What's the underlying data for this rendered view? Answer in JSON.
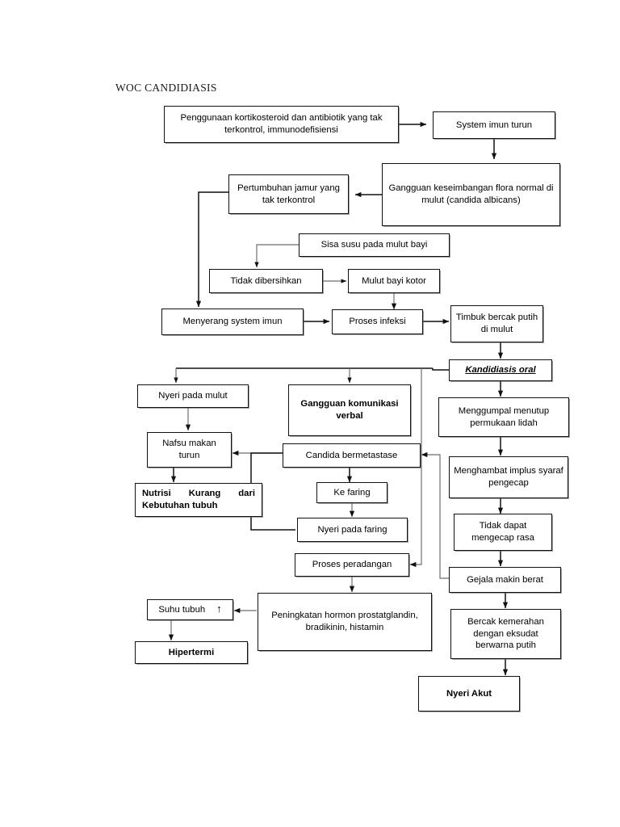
{
  "document": {
    "title": "WOC CANDIDIASIS"
  },
  "diagram": {
    "type": "flowchart",
    "orientation": "top-down",
    "nodes": [
      {
        "id": "n1",
        "label": "Penggunaan kortikosteroid dan antibiotik yang tak terkontrol, immunodefisiensi",
        "style": "normal"
      },
      {
        "id": "n2",
        "label": "System imun turun",
        "style": "normal"
      },
      {
        "id": "n3",
        "label": "Gangguan keseimbangan flora normal di mulut (candida albicans)",
        "style": "normal"
      },
      {
        "id": "n4",
        "label": "Pertumbuhan jamur yang tak terkontrol",
        "style": "normal"
      },
      {
        "id": "n5",
        "label": "Sisa susu pada mulut bayi",
        "style": "normal"
      },
      {
        "id": "n6",
        "label": "Tidak dibersihkan",
        "style": "normal"
      },
      {
        "id": "n7",
        "label": "Mulut bayi kotor",
        "style": "normal"
      },
      {
        "id": "n8",
        "label": "Menyerang system imun",
        "style": "normal"
      },
      {
        "id": "n9",
        "label": "Proses infeksi",
        "style": "normal"
      },
      {
        "id": "n10",
        "label": "Timbuk bercak putih di mulut",
        "style": "normal"
      },
      {
        "id": "n11",
        "label": "Kandidiasis oral",
        "style": "bold-italic-underline"
      },
      {
        "id": "n12",
        "label": "Nyeri pada mulut",
        "style": "normal"
      },
      {
        "id": "n13",
        "label": "Gangguan komunikasi verbal",
        "style": "bold"
      },
      {
        "id": "n14",
        "label": "Menggumpal menutup permukaan lidah",
        "style": "normal"
      },
      {
        "id": "n15",
        "label": "Nafsu makan turun",
        "style": "normal"
      },
      {
        "id": "n16",
        "label": "Candida bermetastase",
        "style": "normal"
      },
      {
        "id": "n17",
        "label": "Menghambat implus syaraf pengecap",
        "style": "normal"
      },
      {
        "id": "n18",
        "label": "Nutrisi Kurang dari Kebutuhan tubuh",
        "line1": "Nutrisi Kurang dari",
        "line2": "Kebutuhan tubuh",
        "style": "bold-justified"
      },
      {
        "id": "n19",
        "label": "Ke faring",
        "style": "normal"
      },
      {
        "id": "n20",
        "label": "Tidak dapat mengecap rasa",
        "style": "normal"
      },
      {
        "id": "n21",
        "label": "Nyeri pada faring",
        "style": "normal"
      },
      {
        "id": "n22",
        "label": "Proses peradangan",
        "style": "normal"
      },
      {
        "id": "n23",
        "label": "Gejala makin berat",
        "style": "normal"
      },
      {
        "id": "n24",
        "label": "Suhu tubuh",
        "glyph": "↑",
        "style": "with-up-arrow"
      },
      {
        "id": "n25",
        "label": "Peningkatan hormon prostatglandin, bradikinin, histamin",
        "style": "normal"
      },
      {
        "id": "n26",
        "label": "Bercak kemerahan dengan eksudat berwarna putih",
        "style": "normal"
      },
      {
        "id": "n27",
        "label": "Hipertermi",
        "style": "bold"
      },
      {
        "id": "n28",
        "label": "Nyeri Akut",
        "style": "bold"
      }
    ],
    "edges": [
      {
        "from": "n1",
        "to": "n2"
      },
      {
        "from": "n2",
        "to": "n3"
      },
      {
        "from": "n3",
        "to": "n4"
      },
      {
        "from": "n4",
        "to": "n8"
      },
      {
        "from": "n5",
        "to": "n6"
      },
      {
        "from": "n6",
        "to": "n7"
      },
      {
        "from": "n7",
        "to": "n9"
      },
      {
        "from": "n8",
        "to": "n9"
      },
      {
        "from": "n9",
        "to": "n10"
      },
      {
        "from": "n10",
        "to": "n11"
      },
      {
        "from": "n11",
        "to": "n12"
      },
      {
        "from": "n11",
        "to": "n13"
      },
      {
        "from": "n11",
        "to": "n14"
      },
      {
        "from": "n12",
        "to": "n15"
      },
      {
        "from": "n15",
        "to": "n18"
      },
      {
        "from": "n14",
        "to": "n17"
      },
      {
        "from": "n17",
        "to": "n20"
      },
      {
        "from": "n20",
        "to": "n23"
      },
      {
        "from": "n16",
        "to": "n15"
      },
      {
        "from": "n16",
        "to": "n19"
      },
      {
        "from": "n19",
        "to": "n21"
      },
      {
        "from": "n21",
        "to": "n15"
      },
      {
        "from": "n23",
        "to": "n16"
      },
      {
        "from": "n23",
        "to": "n22"
      },
      {
        "from": "n22",
        "to": "n25"
      },
      {
        "from": "n25",
        "to": "n24"
      },
      {
        "from": "n24",
        "to": "n27"
      },
      {
        "from": "n23",
        "to": "n26"
      },
      {
        "from": "n26",
        "to": "n28"
      }
    ],
    "colors": {
      "stroke": "#111111",
      "fill": "#ffffff",
      "text": "#000000",
      "shadow": "#5a5a5a"
    }
  }
}
